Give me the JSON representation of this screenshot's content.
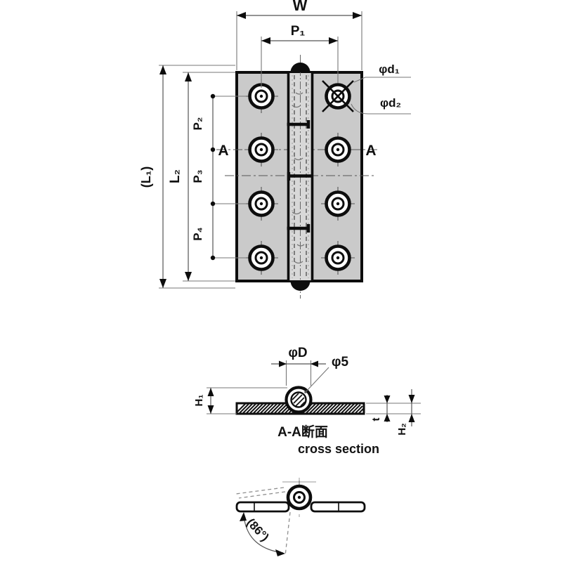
{
  "colors": {
    "background": "#ffffff",
    "ink": "#111111",
    "construction": "#666666",
    "leaf_fill": "#cacaca",
    "knuckle_fill": "#d8d8d8"
  },
  "top_view": {
    "dim_w": "W",
    "dim_p1": "P₁",
    "dim_l1": "(L₁)",
    "dim_l2": "L₂",
    "dim_p2": "P₂",
    "dim_p3": "P₃",
    "dim_p4": "P₄",
    "section_a_left": "A",
    "section_a_right": "A",
    "dim_d1": "φd₁",
    "dim_d2": "φd₂"
  },
  "cross_section": {
    "dim_d": "φD",
    "dim_pin": "φ5",
    "dim_h1": "H₁",
    "dim_t": "t",
    "dim_h2": "H₂",
    "caption_ja": "A-A断面",
    "caption_en": "cross section"
  },
  "open_view": {
    "angle": "(86°)"
  }
}
